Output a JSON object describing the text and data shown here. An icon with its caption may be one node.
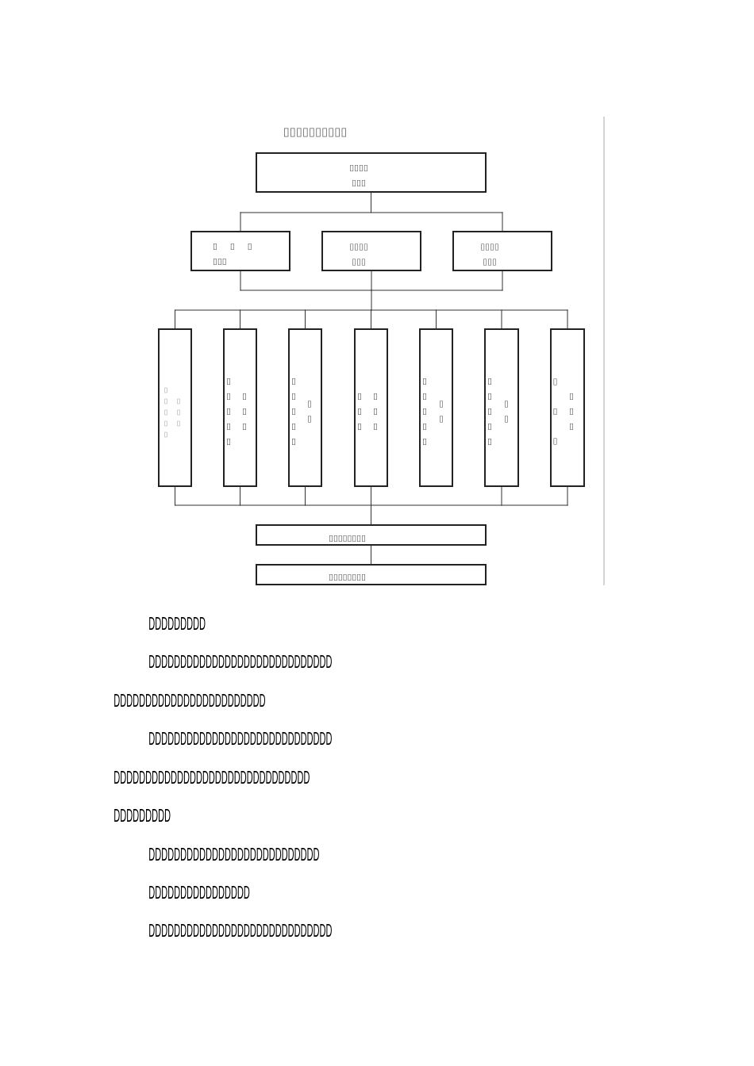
{
  "diagram": {
    "title": "▯▯▯▯▯▯▯▯▯▯",
    "nodes": [
      {
        "text": [
          "▯▯▯▯ ▯▯▯"
        ]
      },
      {
        "text": [
          "▯ ▯ ▯ ▯▯▯"
        ]
      },
      {
        "text": [
          "▯▯▯▯ ▯▯▯"
        ]
      },
      {
        "text": [
          "▯▯▯▯ ▯▯▯"
        ]
      },
      {
        "text": [
          "▯▯▯▯▯ ▯▯▯"
        ]
      },
      {
        "text": [
          "▯▯▯▯▯ ▯▯▯"
        ]
      },
      {
        "text": [
          "▯▯▯▯▯ ▯▯"
        ]
      },
      {
        "text": [
          "▯▯▯ ▯▯▯"
        ]
      },
      {
        "text": [
          "▯▯▯▯▯ ▯▯"
        ]
      },
      {
        "text": [
          "▯▯▯▯▯ ▯▯"
        ]
      },
      {
        "text": [
          "▯ ▯ ▯ ▯▯▯"
        ]
      },
      {
        "text": [
          "▯▯▯▯▯▯▯▯"
        ]
      },
      {
        "text": [
          "▯▯▯▯▯▯▯▯"
        ]
      }
    ],
    "edges": [
      {
        "from": 0,
        "to": 1,
        "arrow": "none"
      },
      {
        "from": 0,
        "to": 3,
        "arrow": "none"
      },
      {
        "from": 1,
        "to": 4,
        "arrow": "none"
      },
      {
        "from": 1,
        "to": 5,
        "arrow": "none"
      },
      {
        "from": 1,
        "to": 6,
        "arrow": "none"
      },
      {
        "from": 1,
        "to": 7,
        "arrow": "none"
      },
      {
        "from": 1,
        "to": 8,
        "arrow": "none"
      },
      {
        "from": 1,
        "to": 9,
        "arrow": "none"
      },
      {
        "from": 1,
        "to": 10,
        "arrow": "none"
      },
      {
        "from": 2,
        "to": 4,
        "arrow": "none"
      },
      {
        "from": 2,
        "to": 5,
        "arrow": "none"
      },
      {
        "from": 2,
        "to": 6,
        "arrow": "none"
      },
      {
        "from": 2,
        "to": 7,
        "arrow": "none"
      },
      {
        "from": 2,
        "to": 8,
        "arrow": "none"
      },
      {
        "from": 2,
        "to": 9,
        "arrow": "none"
      },
      {
        "from": 2,
        "to": 10,
        "arrow": "none"
      },
      {
        "from": 3,
        "to": 4,
        "arrow": "none"
      },
      {
        "from": 3,
        "to": 5,
        "arrow": "none"
      },
      {
        "from": 3,
        "to": 6,
        "arrow": "none"
      },
      {
        "from": 3,
        "to": 7,
        "arrow": "none"
      },
      {
        "from": 3,
        "to": 8,
        "arrow": "none"
      },
      {
        "from": 3,
        "to": 9,
        "arrow": "none"
      },
      {
        "from": 3,
        "to": 10,
        "arrow": "none"
      },
      {
        "from": 4,
        "to": 11,
        "arrow": "none"
      },
      {
        "from": 5,
        "to": 11,
        "arrow": "none"
      },
      {
        "from": 6,
        "to": 11,
        "arrow": "none"
      },
      {
        "from": 7,
        "to": 11,
        "arrow": "none"
      },
      {
        "from": 9,
        "to": 11,
        "arrow": "none"
      },
      {
        "from": 10,
        "to": 11,
        "arrow": "none"
      },
      {
        "from": 11,
        "to": 12,
        "arrow": "none"
      }
    ],
    "labels": [
      "DDDDDDDDD",
      "DDDDDDDDDDDDDDDDDDDDDDDDDDDDD",
      "DDDDDDDDDDDDDDDDDDDDDDDD",
      "DDDDDDDDDDDDDDDDDDDDDDDDDDDDD",
      "DDDDDDDDDDDDDDDDDDDDDDDDDDDDDDD",
      "DDDDDDDDD",
      "DDDDDDDDDDDDDDDDDDDDDDDDDDD",
      "DDDDDDDDDDDDDDDD",
      "DDDDDDDDDDDDDDDDDDDDDDDDDDDDD"
    ]
  }
}
